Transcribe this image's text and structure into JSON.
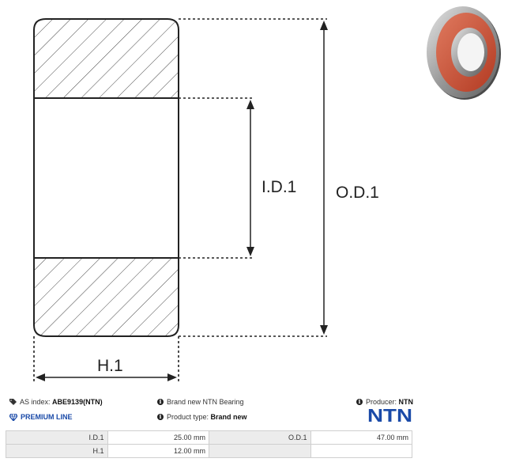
{
  "drawing": {
    "labels": {
      "inner_diameter": "I.D.1",
      "outer_diameter": "O.D.1",
      "height": "H.1"
    }
  },
  "info": {
    "as_index_label": "AS index:",
    "as_index_value": "ABE9139(NTN)",
    "premium_line": "PREMIUM LINE",
    "brand_new_text": "Brand new NTN Bearing",
    "product_type_label": "Product type:",
    "product_type_value": "Brand new",
    "producer_label": "Producer:",
    "producer_value": "NTN",
    "logo_text": "NTN",
    "icons": [
      "tag-icon",
      "gem-icon",
      "info-icon"
    ]
  },
  "specs": {
    "rows": [
      {
        "k1": "I.D.1",
        "v1": "25.00 mm",
        "k2": "O.D.1",
        "v2": "47.00 mm"
      },
      {
        "k1": "H.1",
        "v1": "12.00 mm",
        "k2": "",
        "v2": ""
      }
    ]
  },
  "colors": {
    "accent_blue": "#1a4aa8",
    "seal_red": "#c8452e"
  }
}
